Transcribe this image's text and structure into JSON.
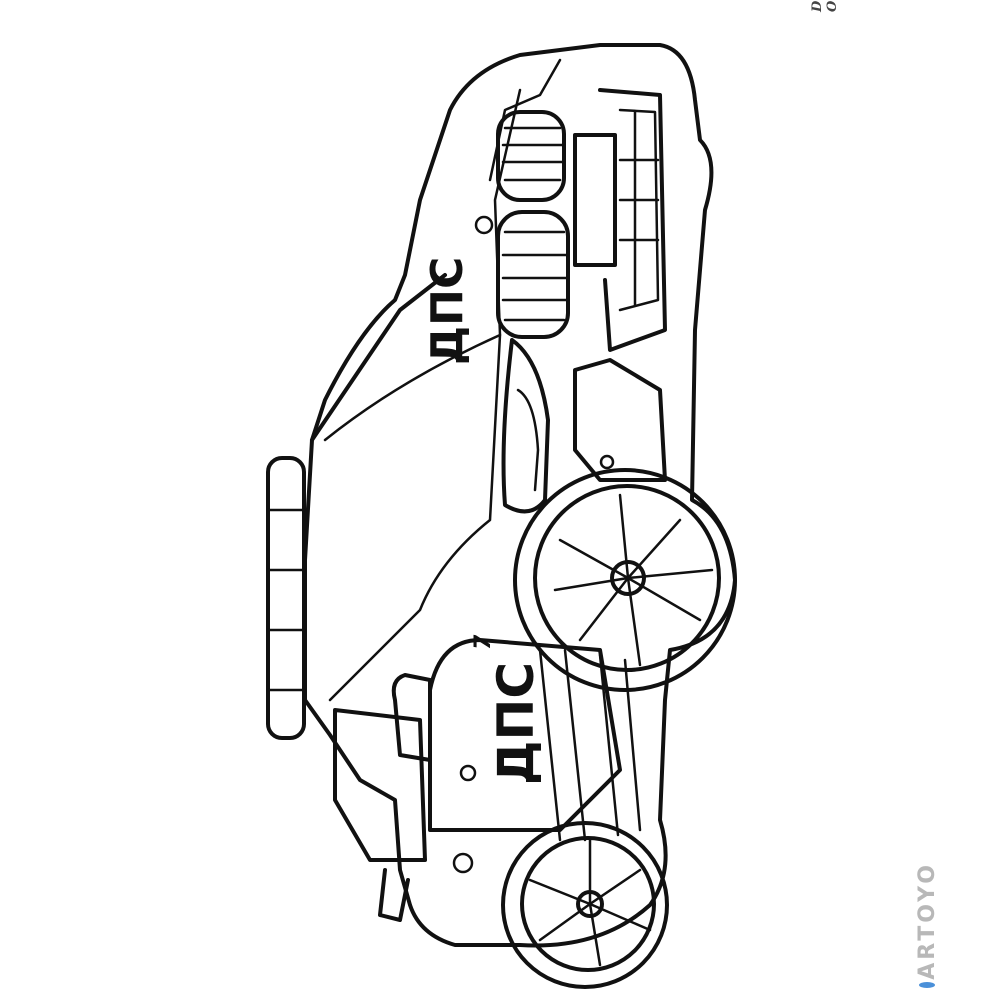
{
  "image": {
    "subject": "coloring-page",
    "palette": {
      "background": "#ffffff",
      "line": "#111111",
      "watermark_gray": "#b8b8b8",
      "watermark_blue": "#4a90d9"
    }
  },
  "watermarks": {
    "site": "Deti-Online.com",
    "brand": "ARTOYO"
  },
  "car": {
    "hood_label": "ДПС",
    "door_label": "ДПС",
    "door_number": "7"
  }
}
